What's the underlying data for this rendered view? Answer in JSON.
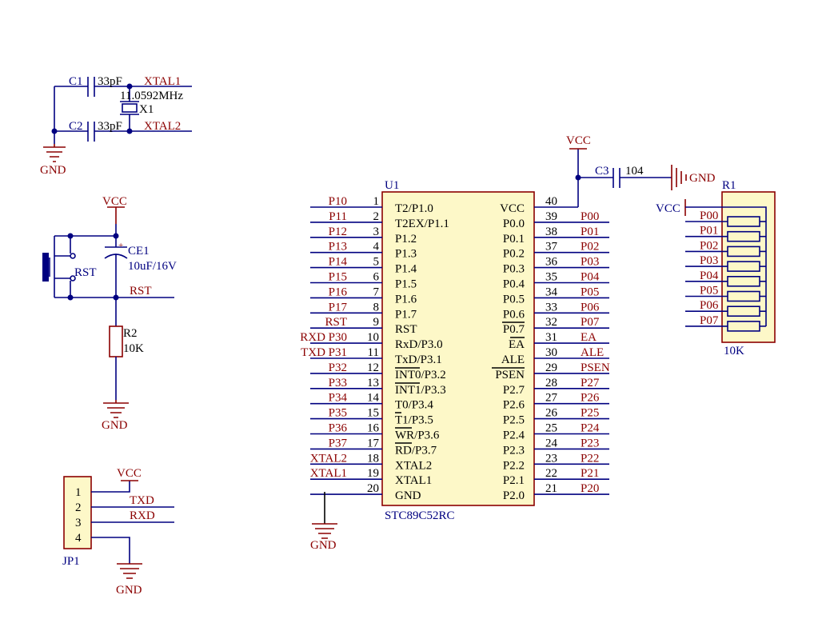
{
  "colors": {
    "wire": "#000080",
    "net": "#8b0000",
    "text": "#000000",
    "chip": "#fdf8c8"
  },
  "crystal": {
    "c1_ref": "C1",
    "c1_val": "33pF",
    "c2_ref": "C2",
    "c2_val": "33pF",
    "net1": "XTAL1",
    "net2": "XTAL2",
    "freq": "11.0592MHz",
    "ref": "X1",
    "gnd": "GND"
  },
  "reset": {
    "vcc": "VCC",
    "cap_ref": "CE1",
    "cap_val": "10uF/16V",
    "switch": "RST",
    "net": "RST",
    "res_ref": "R2",
    "res_val": "10K",
    "gnd": "GND"
  },
  "header": {
    "vcc": "VCC",
    "ref": "JP1",
    "pins": [
      "1",
      "2",
      "3",
      "4"
    ],
    "net_tx": "TXD",
    "net_rx": "RXD",
    "gnd": "GND"
  },
  "mcu": {
    "ref": "U1",
    "part": "STC89C52RC",
    "left_pins": [
      {
        "num": "1",
        "name": "T2/P1.0",
        "net": "P10"
      },
      {
        "num": "2",
        "name": "T2EX/P1.1",
        "net": "P11"
      },
      {
        "num": "3",
        "name": "P1.2",
        "net": "P12"
      },
      {
        "num": "4",
        "name": "P1.3",
        "net": "P13"
      },
      {
        "num": "5",
        "name": "P1.4",
        "net": "P14"
      },
      {
        "num": "6",
        "name": "P1.5",
        "net": "P15"
      },
      {
        "num": "7",
        "name": "P1.6",
        "net": "P16"
      },
      {
        "num": "8",
        "name": "P1.7",
        "net": "P17"
      },
      {
        "num": "9",
        "name": "RST",
        "net": "RST"
      },
      {
        "num": "10",
        "name": "RxD/P3.0",
        "net": "RXD P30"
      },
      {
        "num": "11",
        "name": "TxD/P3.1",
        "net": "TXD P31"
      },
      {
        "num": "12",
        "name": "INT0/P3.2",
        "net": "P32"
      },
      {
        "num": "13",
        "name": "INT1/P3.3",
        "net": "P33"
      },
      {
        "num": "14",
        "name": "T0/P3.4",
        "net": "P34"
      },
      {
        "num": "15",
        "name": "T1/P3.5",
        "net": "P35"
      },
      {
        "num": "16",
        "name": "WR/P3.6",
        "net": "P36"
      },
      {
        "num": "17",
        "name": "RD/P3.7",
        "net": "P37"
      },
      {
        "num": "18",
        "name": "XTAL2",
        "net": "XTAL2"
      },
      {
        "num": "19",
        "name": "XTAL1",
        "net": "XTAL1"
      },
      {
        "num": "20",
        "name": "GND",
        "net": ""
      }
    ],
    "right_pins": [
      {
        "num": "40",
        "name": "VCC",
        "net": ""
      },
      {
        "num": "39",
        "name": "P0.0",
        "net": "P00"
      },
      {
        "num": "38",
        "name": "P0.1",
        "net": "P01"
      },
      {
        "num": "37",
        "name": "P0.2",
        "net": "P02"
      },
      {
        "num": "36",
        "name": "P0.3",
        "net": "P03"
      },
      {
        "num": "35",
        "name": "P0.4",
        "net": "P04"
      },
      {
        "num": "34",
        "name": "P0.5",
        "net": "P05"
      },
      {
        "num": "33",
        "name": "P0.6",
        "net": "P06"
      },
      {
        "num": "32",
        "name": "P0.7",
        "net": "P07"
      },
      {
        "num": "31",
        "name": "EA",
        "net": "EA"
      },
      {
        "num": "30",
        "name": "ALE",
        "net": "ALE"
      },
      {
        "num": "29",
        "name": "PSEN",
        "net": "PSEN"
      },
      {
        "num": "28",
        "name": "P2.7",
        "net": "P27"
      },
      {
        "num": "27",
        "name": "P2.6",
        "net": "P26"
      },
      {
        "num": "26",
        "name": "P2.5",
        "net": "P25"
      },
      {
        "num": "25",
        "name": "P2.4",
        "net": "P24"
      },
      {
        "num": "24",
        "name": "P2.3",
        "net": "P23"
      },
      {
        "num": "23",
        "name": "P2.2",
        "net": "P22"
      },
      {
        "num": "22",
        "name": "P2.1",
        "net": "P21"
      },
      {
        "num": "21",
        "name": "P2.0",
        "net": "P20"
      }
    ],
    "gnd": "GND"
  },
  "decoupling": {
    "vcc": "VCC",
    "ref": "C3",
    "val": "104",
    "gnd": "GND"
  },
  "pullup": {
    "ref": "R1",
    "val": "10K",
    "vcc": "VCC",
    "nets": [
      "P00",
      "P01",
      "P02",
      "P03",
      "P04",
      "P05",
      "P06",
      "P07"
    ]
  }
}
